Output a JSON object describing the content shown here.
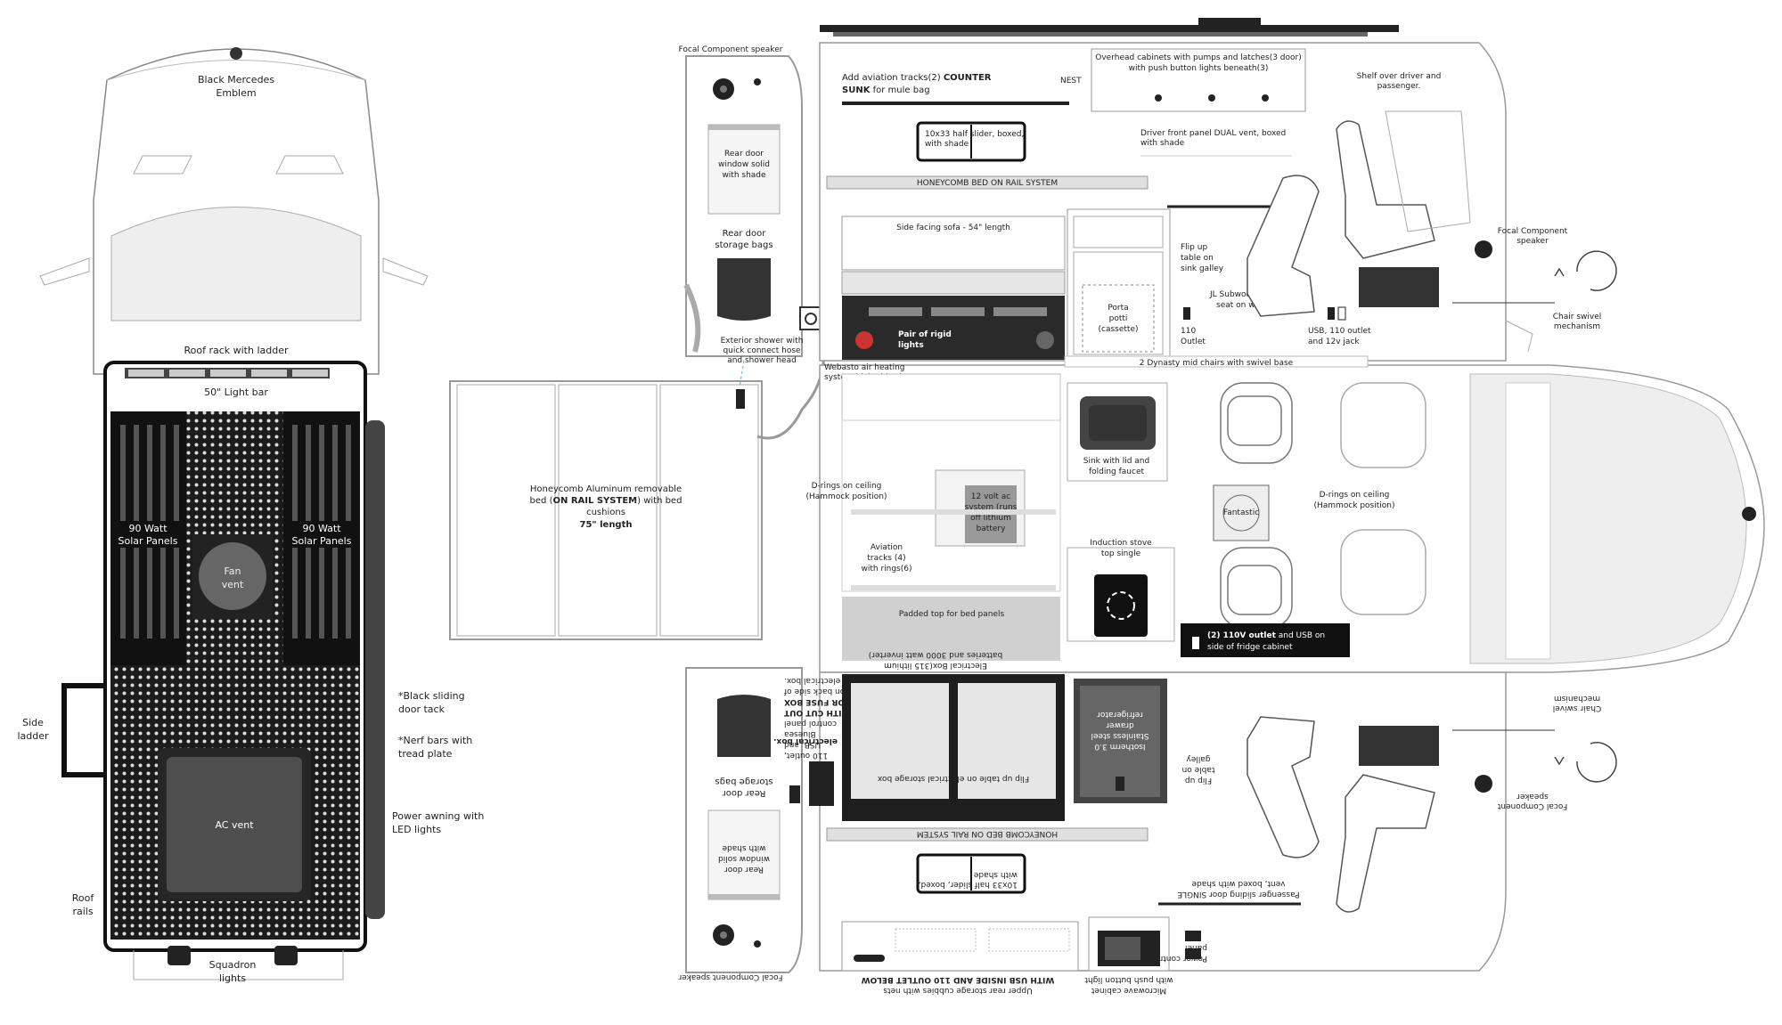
{
  "roof_view": {
    "emblem": [
      "Black Mercedes",
      "Emblem"
    ],
    "roof_rack": "Roof rack with ladder",
    "light_bar": "50\" Light bar",
    "solar_left": [
      "90 Watt",
      "Solar Panels"
    ],
    "solar_right": [
      "90 Watt",
      "Solar Panels"
    ],
    "fan_vent": [
      "Fan",
      "vent"
    ],
    "ac_vent": "AC vent",
    "side_ladder": [
      "Side",
      "ladder"
    ],
    "roof_rails": [
      "Roof",
      "rails"
    ],
    "squadron_lights": [
      "Squadron",
      "lights"
    ],
    "sliding_door": [
      "*Black sliding",
      "door tack"
    ],
    "nerf_bars": [
      "*Nerf bars with",
      "tread plate"
    ],
    "power_awning": [
      "Power awning with",
      "LED lights"
    ]
  },
  "bed_panel": {
    "description": [
      "Honeycomb Aluminum removable",
      "bed (",
      "ON RAIL SYSTEM",
      ") with bed",
      "cushions"
    ],
    "length": "75\" length"
  },
  "rear_doors": {
    "speaker_top": "Focal Component speaker",
    "window_top": [
      "Rear door",
      "window solid",
      "with shade"
    ],
    "storage_bags_top": [
      "Rear door",
      "storage bags"
    ],
    "shower": [
      "Exterior shower with",
      "quick connect hose",
      "and shower head"
    ],
    "storage_bags_bottom": [
      "Rear door",
      "storage bags"
    ],
    "window_bottom": [
      "Rear door",
      "window solid",
      "with shade"
    ],
    "speaker_bottom": "Focal Component speaker"
  },
  "driver_side": {
    "aviation_tracks": [
      "Add aviation tracks(2) ",
      "COUNTER",
      "SUNK",
      " for mule bag"
    ],
    "nest": "NEST",
    "overhead_cabinets": [
      "Overhead cabinets with pumps and latches(3 door)",
      "with push button lights beneath(3)"
    ],
    "shelf": [
      "Shelf over driver and",
      "passenger."
    ],
    "half_slider": [
      "10x33 half slider, boxed,",
      "with shade"
    ],
    "front_panel": [
      "Driver front panel DUAL vent, boxed",
      "with shade"
    ],
    "honeycomb_bed": "HONEYCOMB BED ON RAIL SYSTEM",
    "sofa": "Side facing sofa - 54\" length",
    "rigid_lights": [
      "Pair of rigid",
      "lights"
    ],
    "flip_table": [
      "Flip up",
      "table on",
      "sink galley"
    ],
    "porta_potti": [
      "Porta",
      "potti",
      "(cassette)"
    ],
    "outlet": [
      "110",
      "Outlet"
    ],
    "subwoofer": [
      "JL Subwoofer behind",
      "seat on wall"
    ],
    "usb": [
      "USB, 110 outlet",
      "and 12v jack"
    ],
    "focal_speaker": [
      "Focal Component",
      "speaker"
    ],
    "chair_swivel": [
      "Chair swivel",
      "mechanism"
    ]
  },
  "floor_plan": {
    "webasto": [
      "Webasto air heating",
      "system high altitude"
    ],
    "dynasty": "2 Dynasty mid chairs with swivel base",
    "sink": [
      "Sink with lid and",
      "folding faucet"
    ],
    "d_rings_left": [
      "D-rings on ceiling",
      "(Hammock position)"
    ],
    "d_rings_right": [
      "D-rings on ceiling",
      "(Hammock position)"
    ],
    "battery": [
      "12 volt ac",
      "system (runs",
      "off lithium",
      "battery"
    ],
    "fan_label": "Fantastic",
    "aviation_rings": [
      "Aviation",
      "tracks (4)",
      "with rings(6)"
    ],
    "induction": [
      "Induction stove",
      "top single"
    ],
    "padded_top": "Padded top for bed panels",
    "fridge_outlet": [
      "(2) 110V outlet",
      " and USB on",
      "side of fridge cabinet"
    ]
  },
  "passenger_side": {
    "electrical_box": [
      "Electrical Box(315 lithium",
      "batteries and 3000 watt inverter)"
    ],
    "fuse_box": [
      "110 outlet,",
      "USB, and",
      "Bluesea",
      "control panel",
      "WITH CUT OUT",
      "FOR FUSE BOX",
      "on back side of",
      "electrical box."
    ],
    "storage_box": "Flip up table on electrical storage box",
    "fridge": [
      "Isotherm 3.0",
      "Stainless steel",
      "drawer",
      "refrigerator"
    ],
    "flip_galley": [
      "Flip up",
      "table on",
      "galley"
    ],
    "chair_swivel": [
      "Chair swivel",
      "mechanism"
    ],
    "focal_speaker": [
      "Focal Component",
      "speaker"
    ],
    "honeycomb_bed": "HONEYCOMB BED ON RAIL SYSTEM",
    "half_slider": [
      "10x33 half slider, boxed,",
      "with shade"
    ],
    "sliding_door": [
      "Passenger sliding door SINGLE",
      "vent, boxed with shade"
    ],
    "control_panel": [
      "Power control",
      "panel"
    ],
    "cubbies": [
      "Upper rear storage cubbies with nets",
      "WITH USB INSIDE AND 110 OUTLET BELOW"
    ],
    "microwave": [
      "Microwave cabinet",
      "with push button light"
    ]
  },
  "colors": {
    "line": "#333333",
    "panel_dark": "#1e1e1e",
    "vent_gray": "#555555",
    "light_fill": "#e6e6e6",
    "sofa_dark": "#2a2a2a"
  }
}
